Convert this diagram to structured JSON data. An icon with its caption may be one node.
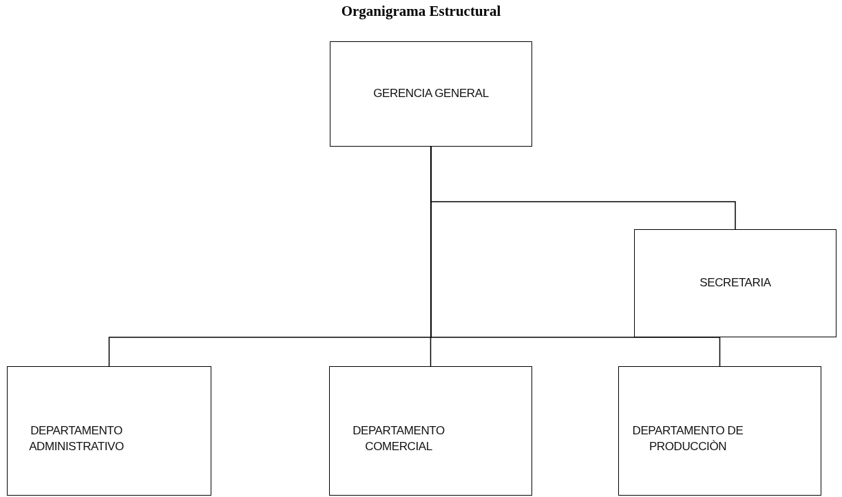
{
  "diagram": {
    "title": "Organigrama Estructural",
    "nodes": [
      {
        "text": [
          "GERENCIA GENERAL"
        ]
      },
      {
        "text": [
          "SECRETARIA"
        ]
      },
      {
        "text": [
          "DEPARTAMENTO ADMINISTRATIVO"
        ]
      },
      {
        "text": [
          "DEPARTAMENTO COMERCIAL"
        ]
      },
      {
        "text": [
          "DEPARTAMENTO DE PRODUCCIÒN"
        ]
      }
    ],
    "edges": [
      {
        "from": 0,
        "to": 1,
        "arrow": "none"
      },
      {
        "from": 0,
        "to": 2,
        "arrow": "none"
      },
      {
        "from": 0,
        "to": 3,
        "arrow": "none"
      },
      {
        "from": 0,
        "to": 4,
        "arrow": "none"
      }
    ]
  }
}
